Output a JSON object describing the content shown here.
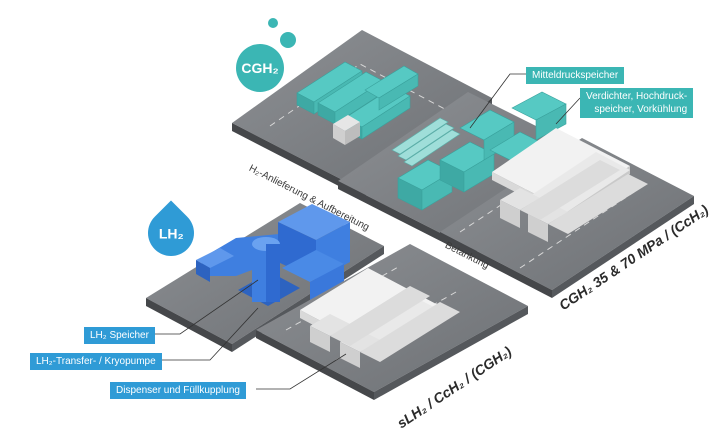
{
  "bubbles": {
    "cgh2": "CGH₂",
    "lh2": "LH₂"
  },
  "labels": {
    "mitteldruckspeicher": "Mitteldruckspeicher",
    "verdichter_line1": "Verdichter, Hochdruck-",
    "verdichter_line2": "speicher, Vorkühlung",
    "anlieferung": "H₂-Anlieferung & Aufbereitung",
    "betankung": "Betankung",
    "lh2_speicher": "LH₂ Speicher",
    "kryopumpe": "LH₂-Transfer- / Kryopumpe",
    "dispenser": "Dispenser und Füllkupplung"
  },
  "station_labels": {
    "cgh2_station": "CGH₂ 35 & 70 MPa / (CcH₂)",
    "lh2_station": "sLH₂ / CcH₂ / (CGH₂)"
  },
  "colors": {
    "teal": "#3bb6b4",
    "blue": "#2f9bd6",
    "platform": "#5a5c60"
  }
}
